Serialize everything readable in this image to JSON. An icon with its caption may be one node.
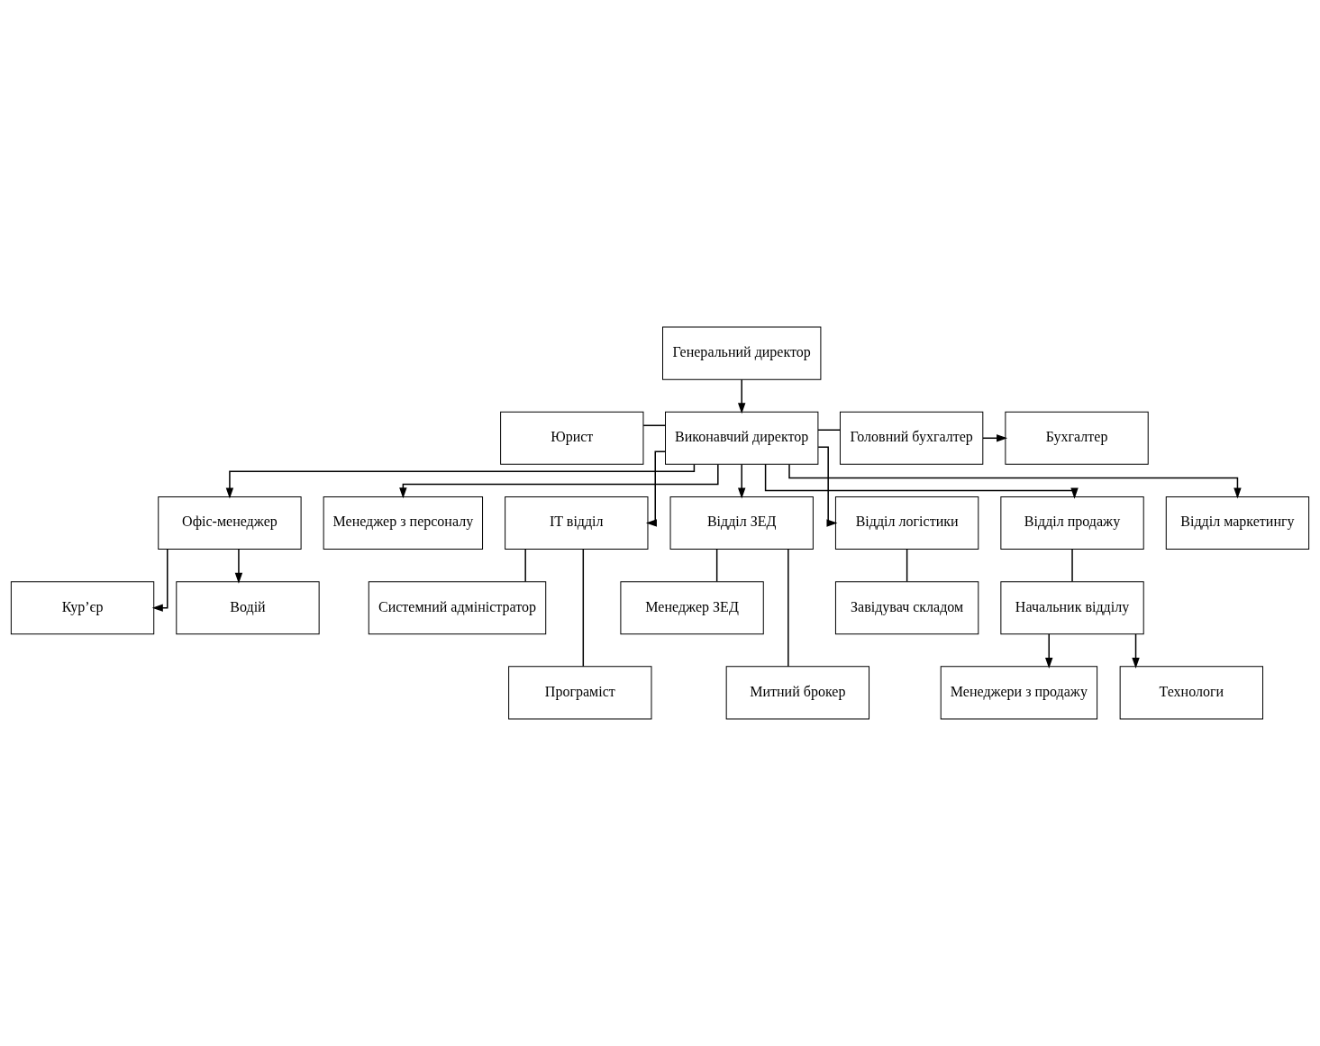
{
  "diagram": {
    "nodes": [
      {
        "text": [
          "Генеральний директор"
        ]
      },
      {
        "text": [
          "Виконавчий директор"
        ]
      },
      {
        "text": [
          "Юрист"
        ]
      },
      {
        "text": [
          "Головний бухгалтер"
        ]
      },
      {
        "text": [
          "Бухгалтер"
        ]
      },
      {
        "text": [
          "Офіс-менеджер"
        ]
      },
      {
        "text": [
          "Менеджер з персоналу"
        ]
      },
      {
        "text": [
          "Кур’єр"
        ]
      },
      {
        "text": [
          "Водій"
        ]
      },
      {
        "text": [
          "IT відділ"
        ]
      },
      {
        "text": [
          "Відділ ЗЕД"
        ]
      },
      {
        "text": [
          "Відділ логістики"
        ]
      },
      {
        "text": [
          "Відділ продажу"
        ]
      },
      {
        "text": [
          "Відділ маркетингу"
        ]
      },
      {
        "text": [
          "Системний адміністратор"
        ]
      },
      {
        "text": [
          "Програміст"
        ]
      },
      {
        "text": [
          "Менеджер ЗЕД"
        ]
      },
      {
        "text": [
          "Митний брокер"
        ]
      },
      {
        "text": [
          "Завідувач складом"
        ]
      },
      {
        "text": [
          "Начальник відділу"
        ]
      },
      {
        "text": [
          "Менеджери з продажу"
        ]
      },
      {
        "text": [
          "Технологи"
        ]
      }
    ],
    "edges": [
      {
        "from": 0,
        "to": 1,
        "arrow": "to"
      },
      {
        "from": 2,
        "to": 1,
        "arrow": "none"
      },
      {
        "from": 1,
        "to": 3,
        "arrow": "none"
      },
      {
        "from": 3,
        "to": 4,
        "arrow": "to"
      },
      {
        "from": 1,
        "to": 5,
        "arrow": "to"
      },
      {
        "from": 1,
        "to": 6,
        "arrow": "to"
      },
      {
        "from": 5,
        "to": 7,
        "arrow": "to"
      },
      {
        "from": 5,
        "to": 8,
        "arrow": "to"
      },
      {
        "from": 1,
        "to": 9,
        "arrow": "to"
      },
      {
        "from": 1,
        "to": 10,
        "arrow": "to"
      },
      {
        "from": 1,
        "to": 11,
        "arrow": "to"
      },
      {
        "from": 1,
        "to": 12,
        "arrow": "to"
      },
      {
        "from": 1,
        "to": 13,
        "arrow": "to"
      },
      {
        "from": 9,
        "to": 14,
        "arrow": "none"
      },
      {
        "from": 9,
        "to": 15,
        "arrow": "none"
      },
      {
        "from": 10,
        "to": 16,
        "arrow": "none"
      },
      {
        "from": 10,
        "to": 17,
        "arrow": "none"
      },
      {
        "from": 11,
        "to": 18,
        "arrow": "none"
      },
      {
        "from": 12,
        "to": 19,
        "arrow": "none"
      },
      {
        "from": 19,
        "to": 20,
        "arrow": "to"
      },
      {
        "from": 19,
        "to": 21,
        "arrow": "to"
      }
    ]
  }
}
